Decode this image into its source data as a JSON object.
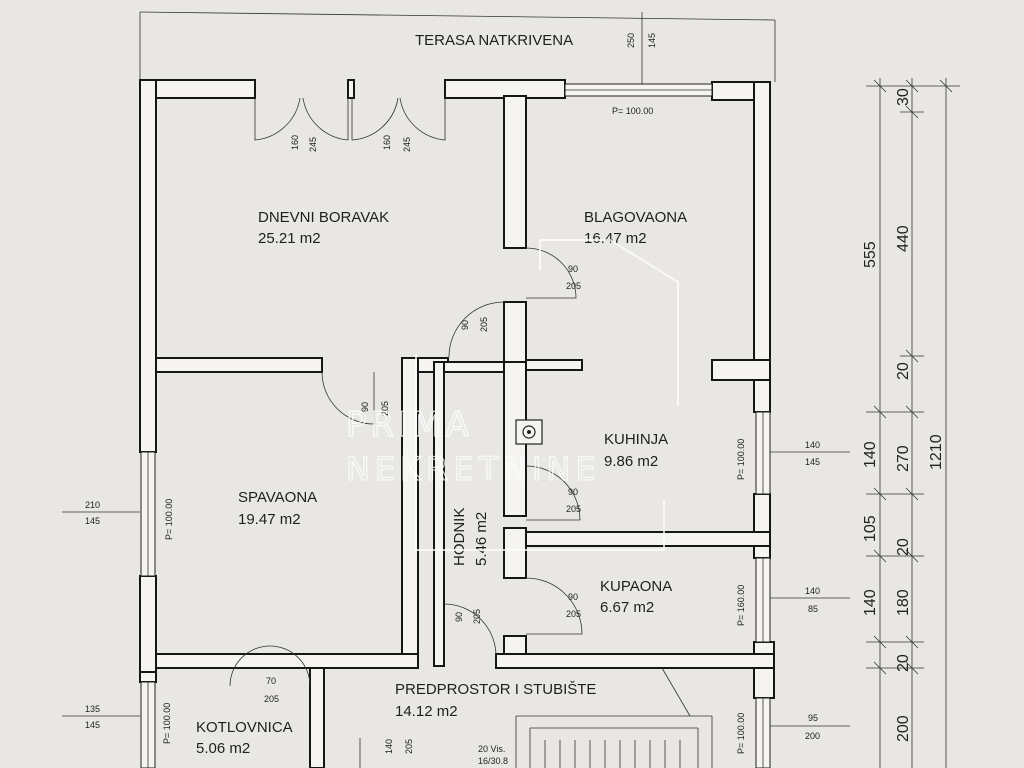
{
  "title": "TERASA NATKRIVENA",
  "rooms": {
    "dnevni": {
      "name": "DNEVNI BORAVAK",
      "area": "25.21 m2"
    },
    "blagovaona": {
      "name": "BLAGOVAONA",
      "area": "16.47 m2"
    },
    "kuhinja": {
      "name": "KUHINJA",
      "area": "9.86 m2"
    },
    "spavaona": {
      "name": "SPAVAONA",
      "area": "19.47 m2"
    },
    "hodnik": {
      "name": "HODNIK",
      "area": "5.46 m2"
    },
    "kupaona": {
      "name": "KUPAONA",
      "area": "6.67 m2"
    },
    "predprostor": {
      "name": "PREDPROSTOR I STUBIŠTE",
      "area": "14.12 m2"
    },
    "kotlovnica": {
      "name": "KOTLOVNICA",
      "area": "5.06 m2"
    }
  },
  "parapets": {
    "p100_top": "P= 100.00",
    "p100_left": "P= 100.00",
    "p100_kuhinja": "P= 100.00",
    "p160_kupaona": "P= 160.00",
    "p100_predprostor": "P= 100.00",
    "p100_kotlovnica": "P= 100.00"
  },
  "dims": {
    "terasa_a": "250",
    "terasa_b": "145",
    "door1_a": "160",
    "door1_b": "245",
    "door2_a": "160",
    "door2_b": "245",
    "blag_door_a": "90",
    "blag_door_b": "205",
    "hod_door_a": "90",
    "hod_door_b": "205",
    "spav_door_a": "90",
    "spav_door_b": "205",
    "kuh_door_a": "90",
    "kuh_door_b": "205",
    "kup_door_a": "90",
    "kup_door_b": "205",
    "pred_door_a": "90",
    "pred_door_b": "205",
    "kot_door_a": "70",
    "kot_door_b": "205",
    "stair_door_a": "140",
    "stair_door_b": "205",
    "left_w1_a": "210",
    "left_w1_b": "145",
    "left_w2_a": "135",
    "left_w2_b": "145",
    "right_w1_a": "140",
    "right_w1_b": "145",
    "right_w2_a": "140",
    "right_w2_b": "85",
    "right_w3_a": "95",
    "right_w3_b": "200",
    "stairs_a": "20 Vis.",
    "stairs_b": "16/30.8"
  },
  "side_dims": {
    "outer": "1210",
    "col1": [
      "555",
      "140",
      "105",
      "140",
      "200"
    ],
    "col2": [
      "30",
      "440",
      "20",
      "270",
      "20",
      "180",
      "20"
    ]
  },
  "watermark": {
    "line1": "PRIMA",
    "line2": "NEKRETNINE"
  }
}
